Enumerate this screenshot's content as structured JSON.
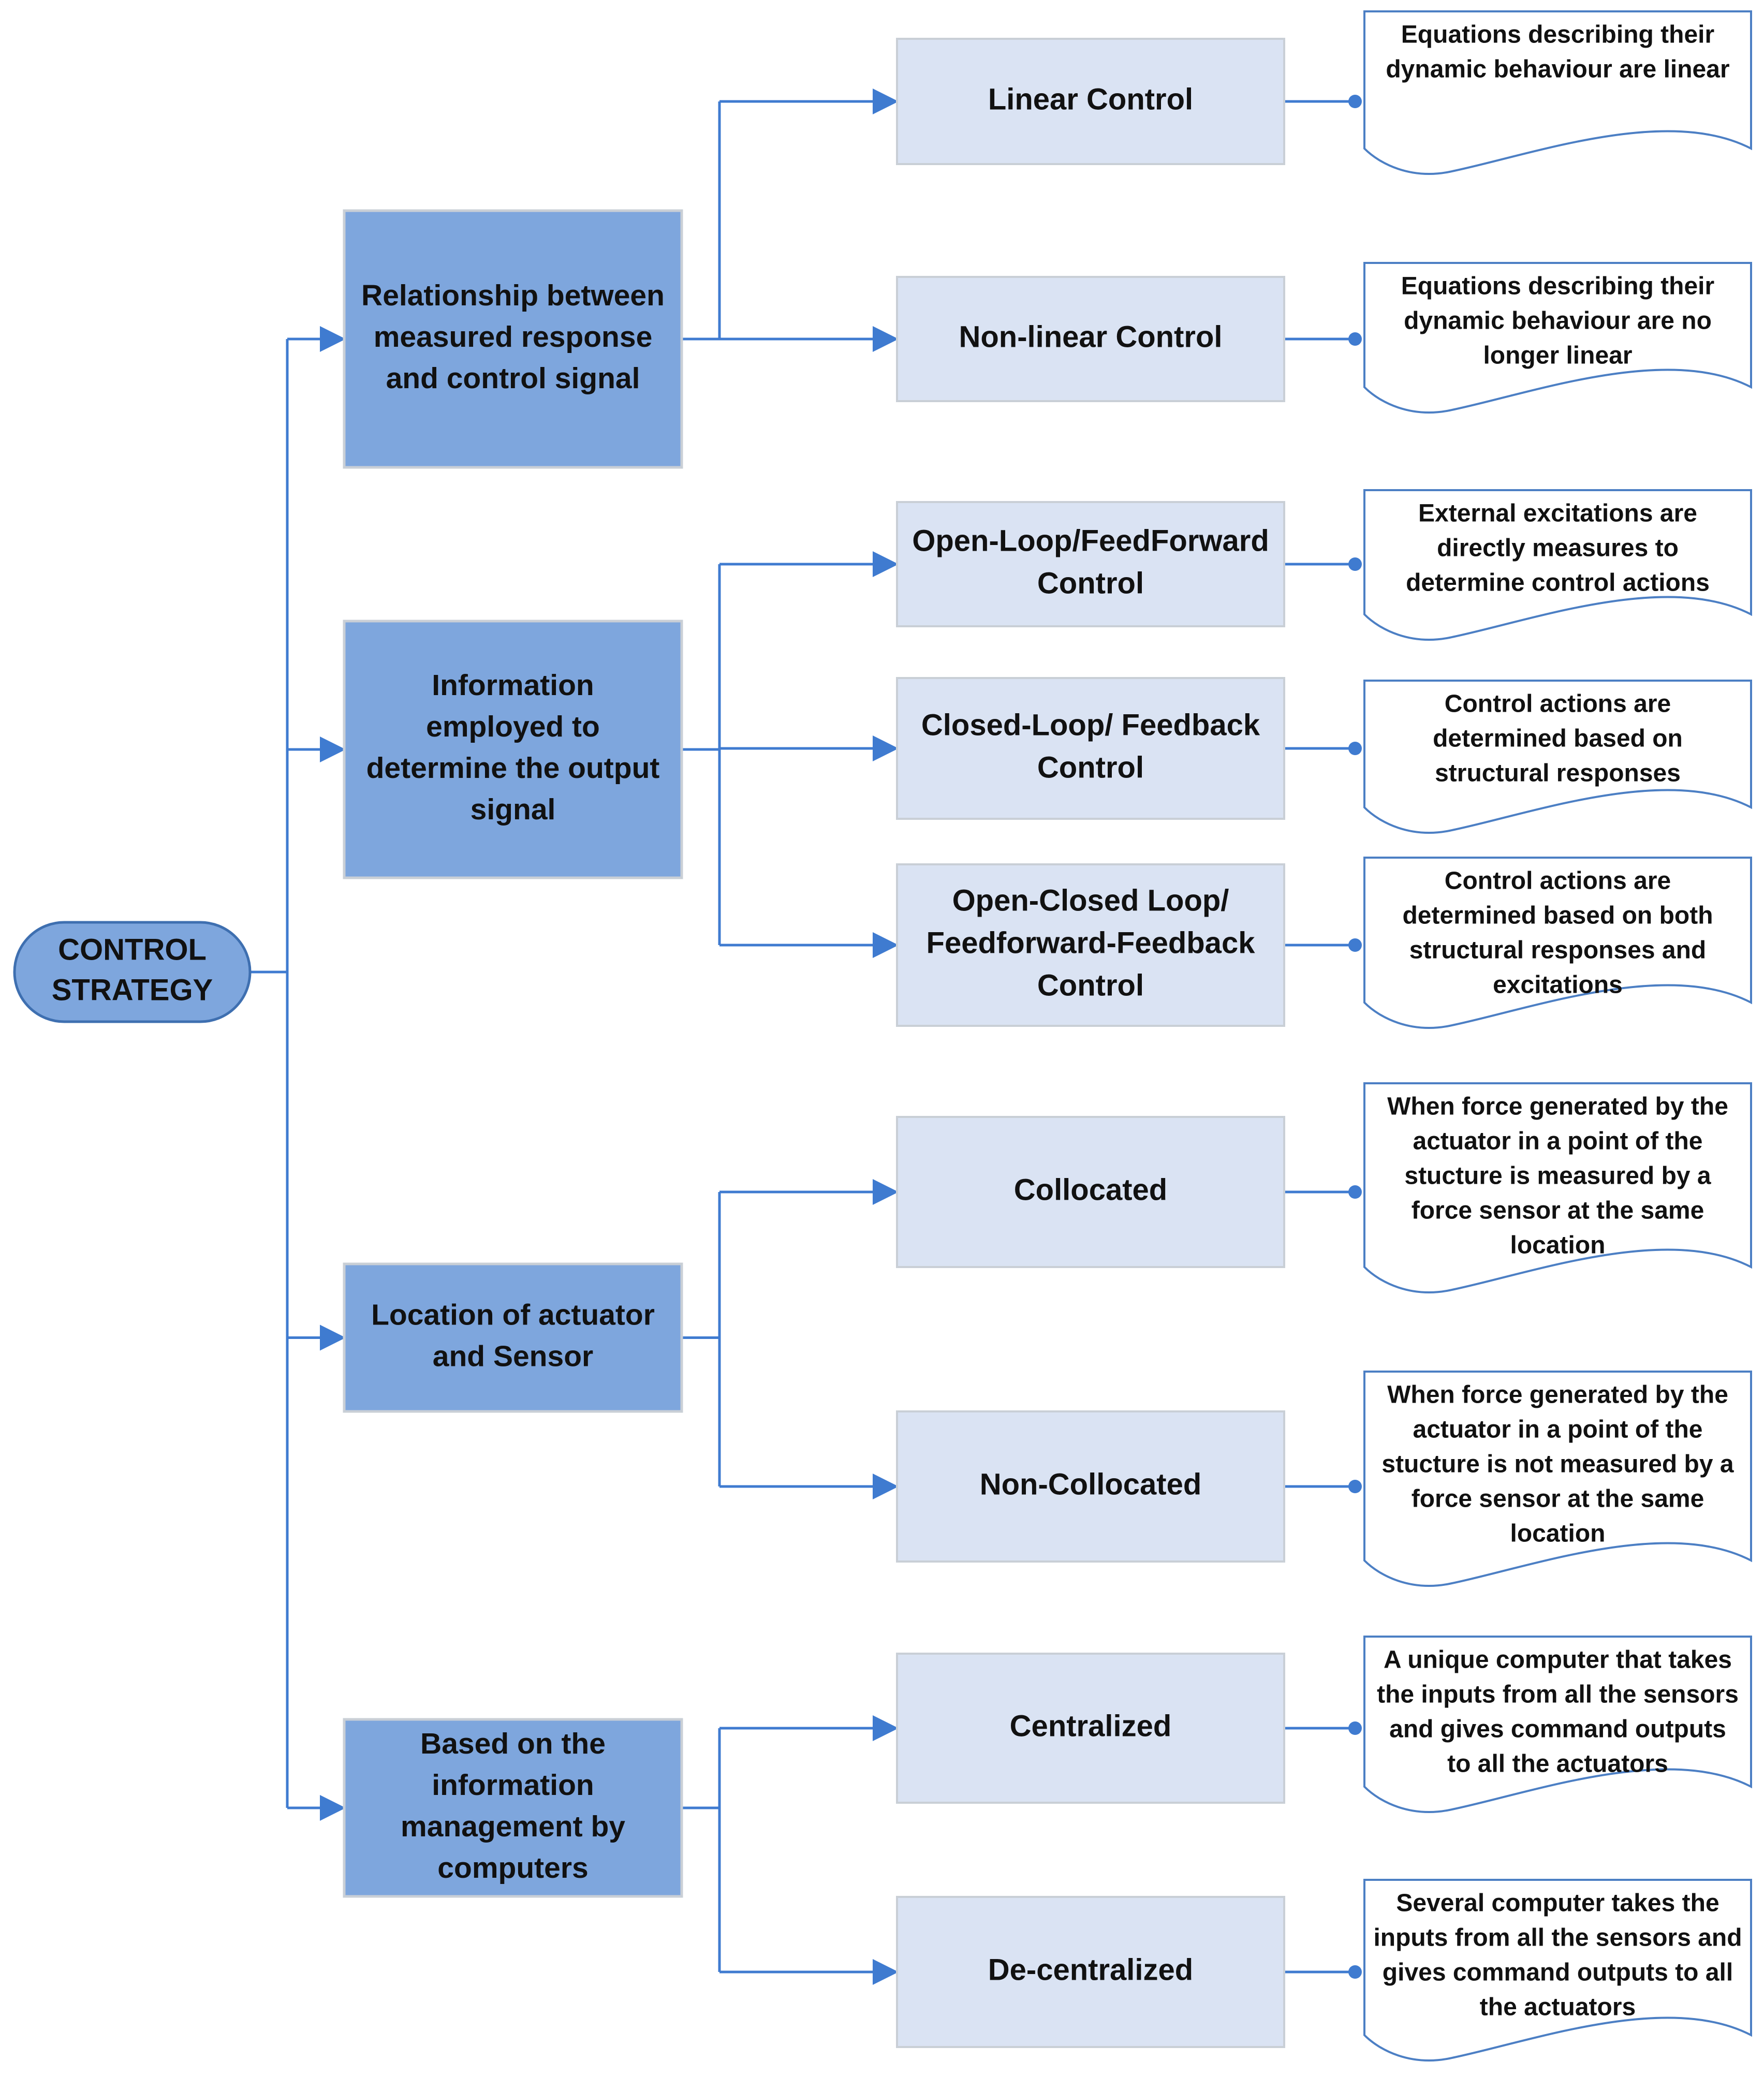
{
  "colors": {
    "root_fill": "#7ea6dd",
    "root_stroke": "#3e6fb0",
    "category_fill": "#7ea6dd",
    "category_stroke": "#c9cfd6",
    "subtype_fill": "#dae3f3",
    "subtype_stroke": "#c9cfd6",
    "connector": "#3f7bd0",
    "note_stroke": "#4c7fc4",
    "note_fill": "#ffffff"
  },
  "root": {
    "label_lines": [
      "CONTROL",
      "STRATEGY"
    ]
  },
  "categories": [
    {
      "label_lines": [
        "Relationship between",
        "measured response",
        "and control signal"
      ],
      "subtypes": [
        {
          "label_lines": [
            "Linear Control"
          ],
          "description_lines": [
            "Equations describing their",
            "dynamic behaviour are linear"
          ]
        },
        {
          "label_lines": [
            "Non-linear Control"
          ],
          "description_lines": [
            "Equations describing their",
            "dynamic behaviour are no",
            "longer linear"
          ]
        }
      ]
    },
    {
      "label_lines": [
        "Information",
        "employed to",
        "determine the output",
        "signal"
      ],
      "subtypes": [
        {
          "label_lines": [
            "Open-Loop/FeedForward",
            "Control"
          ],
          "description_lines": [
            "External excitations are",
            "directly measures to",
            "determine control actions"
          ]
        },
        {
          "label_lines": [
            "Closed-Loop/ Feedback",
            "Control"
          ],
          "description_lines": [
            "Control actions are",
            "determined based on",
            "structural responses"
          ]
        },
        {
          "label_lines": [
            "Open-Closed Loop/",
            "Feedforward-Feedback",
            "Control"
          ],
          "description_lines": [
            "Control actions are",
            "determined based on both",
            "structural responses and",
            "excitations"
          ]
        }
      ]
    },
    {
      "label_lines": [
        "Location of actuator",
        "and Sensor"
      ],
      "subtypes": [
        {
          "label_lines": [
            "Collocated"
          ],
          "description_lines": [
            "When force generated by the",
            "actuator in a point of the",
            "stucture is measured by a",
            "force sensor at the same",
            "location"
          ]
        },
        {
          "label_lines": [
            "Non-Collocated"
          ],
          "description_lines": [
            "When force generated by the",
            "actuator in a point of the",
            "stucture is not measured by a",
            "force sensor at the same",
            "location"
          ]
        }
      ]
    },
    {
      "label_lines": [
        "Based on the",
        "information",
        "management by",
        "computers"
      ],
      "subtypes": [
        {
          "label_lines": [
            "Centralized"
          ],
          "description_lines": [
            "A unique computer that takes",
            "the inputs from all the sensors",
            "and gives command outputs",
            "to all the actuators"
          ]
        },
        {
          "label_lines": [
            "De-centralized"
          ],
          "description_lines": [
            "Several computer takes the",
            "inputs from all the sensors and",
            "gives command outputs to all",
            "the actuators"
          ]
        }
      ]
    }
  ]
}
